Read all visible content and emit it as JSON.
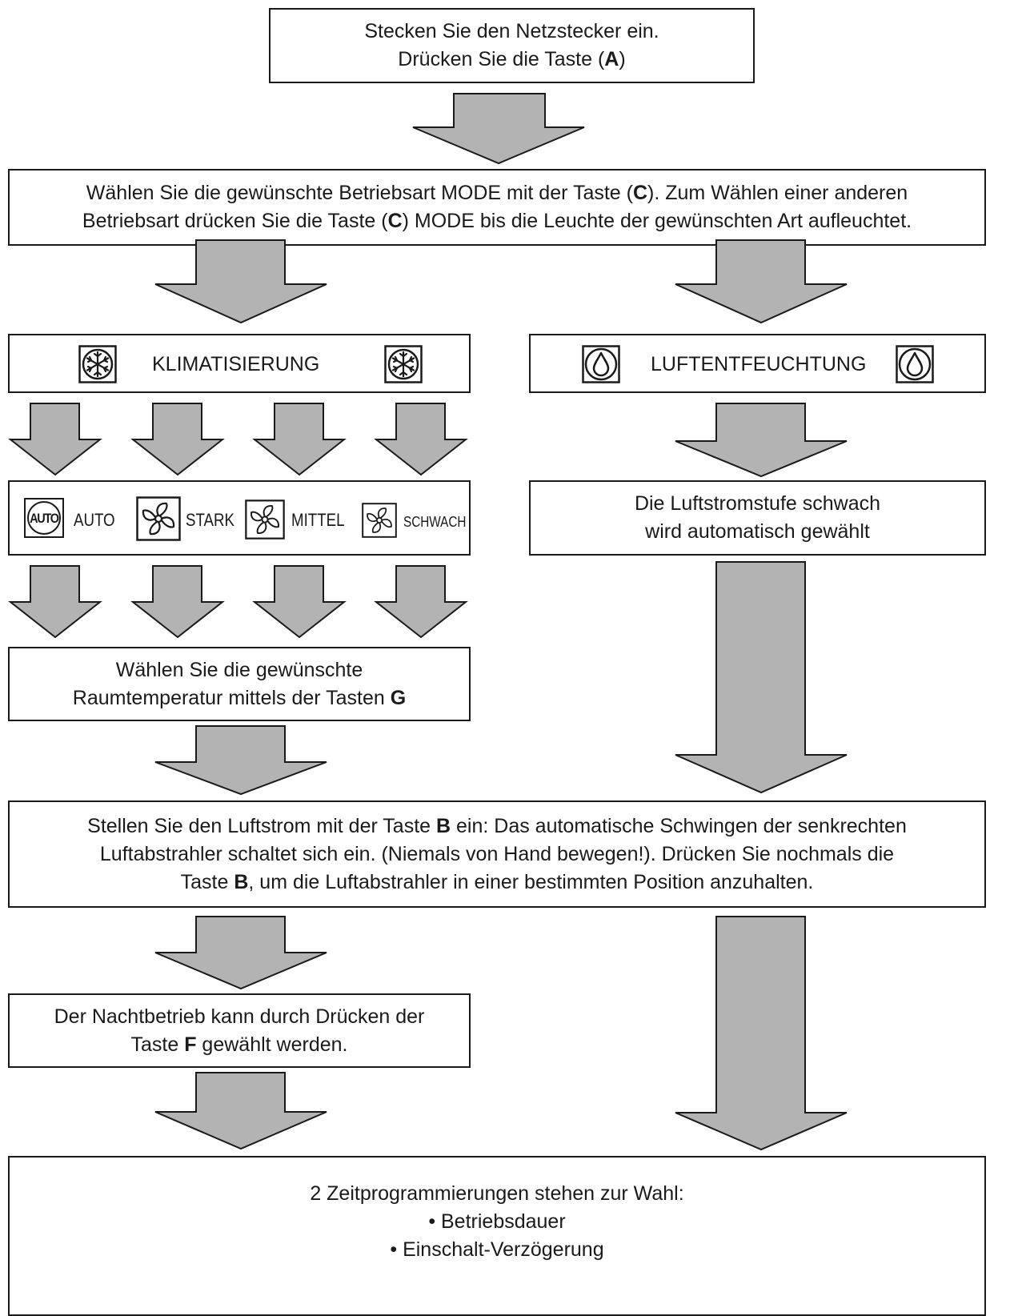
{
  "step1": {
    "line1": "Stecken Sie den Netzstecker ein.",
    "line2_pre": "Drücken Sie die Taste (",
    "line2_key": "A",
    "line2_post": ")"
  },
  "step2": {
    "l1_pre": "Wählen Sie die gewünschte Betriebsart MODE mit der Taste (",
    "l1_key": "C",
    "l1_post": "). Zum Wählen einer anderen",
    "l2_pre": "Betriebsart drücken Sie die Taste (",
    "l2_key": "C",
    "l2_post": ") MODE bis die Leuchte der gewünschten Art aufleuchtet."
  },
  "klima": {
    "label": "KLIMATISIERUNG",
    "icon": "snowflake-icon"
  },
  "luft": {
    "label": "LUFTENTFEUCHTUNG",
    "icon": "water-drop-icon"
  },
  "fan_modes": [
    {
      "icon_text": "AUTO",
      "label": "AUTO",
      "icon": "auto-icon"
    },
    {
      "label": "STARK",
      "icon": "fan-icon"
    },
    {
      "label": "MITTEL",
      "icon": "fan-icon"
    },
    {
      "label": "SCHWACH",
      "icon": "fan-icon"
    }
  ],
  "dehum_fan": {
    "line1": "Die Luftstromstufe schwach",
    "line2": "wird automatisch gewählt"
  },
  "temp": {
    "line1": "Wählen Sie die gewünschte",
    "line2_pre": "Raumtemperatur mittels der Tasten ",
    "line2_key": "G"
  },
  "airflow": {
    "line1_pre": "Stellen Sie den Luftstrom mit der Taste ",
    "line1_key": "B",
    "line1_post": " ein: Das automatische Schwingen der senkrechten",
    "line2": "Luftabstrahler schaltet sich ein. (Niemals von Hand bewegen!). Drücken Sie nochmals die",
    "line3_pre": "Taste ",
    "line3_key": "B",
    "line3_post": ", um die Luftabstrahler in einer bestimmten Position anzuhalten."
  },
  "night": {
    "line1": "Der Nachtbetrieb kann durch Drücken der",
    "line2_pre": "Taste ",
    "line2_key": "F",
    "line2_post": " gewählt werden."
  },
  "timer": {
    "line1": "2 Zeitprogrammierungen stehen zur Wahl:",
    "bullet1": "• Betriebsdauer",
    "bullet2": "• Einschalt-Verzögerung"
  },
  "colors": {
    "arrow_fill": "#b3b3b3",
    "line": "#1a1a1a"
  }
}
